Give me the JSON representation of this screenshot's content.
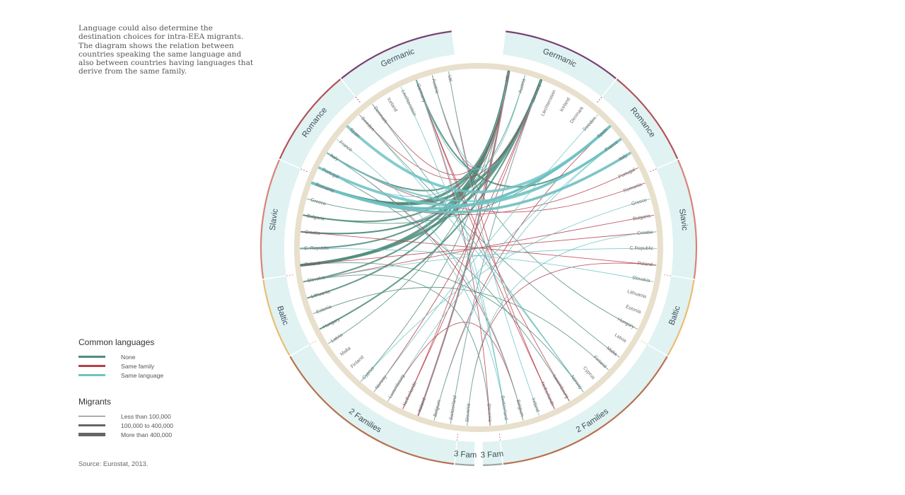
{
  "intro": "Language could also determine the destination choices for intra-EEA migrants. The diagram shows the relation between countries speaking the same language and also between countries having languages that derive from the same family.",
  "legend_languages": {
    "title": "Common languages",
    "items": [
      {
        "label": "None",
        "color": "#4d8c7b"
      },
      {
        "label": "Same family",
        "color": "#b5404c"
      },
      {
        "label": "Same language",
        "color": "#6fc3c4"
      }
    ]
  },
  "legend_migrants": {
    "title": "Migrants",
    "items": [
      {
        "label": "Less than 100,000",
        "weight": 1
      },
      {
        "label": "100,000 to 400,000",
        "weight": 2
      },
      {
        "label": "More than 400,000",
        "weight": 3
      }
    ]
  },
  "source": "Source: Eurostat, 2013.",
  "colors": {
    "ring": "#e8e0cc",
    "band_fill": "#e0f2f2",
    "none": "#4d8c7b",
    "same_family": "#b5404c",
    "same_language": "#6fc3c4"
  },
  "left_countries": [
    "UK",
    "Austria",
    "Germany",
    "Liechtenstein",
    "Iceland",
    "Denmark",
    "Sweden",
    "Spain",
    "France",
    "Italy",
    "Portugal",
    "Romania",
    "Greece",
    "Bulgaria",
    "Croatia",
    "C. Republic",
    "Poland",
    "Slovakia",
    "Lithuania",
    "Estonia",
    "Hungary",
    "Latvia",
    "Malta",
    "Finland",
    "Cyprus",
    "Norway",
    "Luxembourg",
    "Netherlands",
    "Ireland",
    "Belgium",
    "Switzerland",
    "Slovenia"
  ],
  "right_countries": [
    "UK",
    "Austria",
    "Germany",
    "Liechtenstein",
    "Iceland",
    "Denmark",
    "Sweden",
    "Spain",
    "France",
    "Italy",
    "Portugal",
    "Romania",
    "Greece",
    "Bulgaria",
    "Croatia",
    "C.Republic",
    "Poland",
    "Slovakia",
    "Lithuania",
    "Estonia",
    "Hungary",
    "Latvia",
    "Malta",
    "Finland",
    "Cyprus",
    "Norway",
    "Luxembourg",
    "Netherlands",
    "Ireland",
    "Belgium",
    "Switzerland",
    "Slovenia"
  ],
  "groups": [
    {
      "name": "Germanic",
      "color": "#7a3f73"
    },
    {
      "name": "Romance",
      "color": "#b5515a"
    },
    {
      "name": "Slavic",
      "color": "#d9837a"
    },
    {
      "name": "Baltic",
      "color": "#edbd6f"
    },
    {
      "name": "2 Families",
      "color": "#b8714f"
    },
    {
      "name": "3 Fam",
      "color": "#9aa3a6"
    }
  ],
  "group_sizes": [
    6,
    5,
    6,
    4,
    10,
    1
  ],
  "flows": [
    {
      "from": 16,
      "to": 0,
      "type": "none",
      "weight": 3
    },
    {
      "from": 11,
      "to": 0,
      "type": "none",
      "weight": 3
    },
    {
      "from": 11,
      "to": 2,
      "type": "none",
      "weight": 3
    },
    {
      "from": 16,
      "to": 2,
      "type": "none",
      "weight": 3
    },
    {
      "from": 13,
      "to": 0,
      "type": "none",
      "weight": 2
    },
    {
      "from": 14,
      "to": 2,
      "type": "none",
      "weight": 2
    },
    {
      "from": 17,
      "to": 0,
      "type": "none",
      "weight": 2
    },
    {
      "from": 18,
      "to": 0,
      "type": "none",
      "weight": 2
    },
    {
      "from": 15,
      "to": 0,
      "type": "none",
      "weight": 2
    },
    {
      "from": 20,
      "to": 2,
      "type": "none",
      "weight": 2
    },
    {
      "from": 9,
      "to": 0,
      "type": "none",
      "weight": 2
    },
    {
      "from": 2,
      "to": 8,
      "type": "none",
      "weight": 2
    },
    {
      "from": 16,
      "to": 25,
      "type": "none",
      "weight": 1
    },
    {
      "from": 19,
      "to": 23,
      "type": "none",
      "weight": 1
    },
    {
      "from": 12,
      "to": 2,
      "type": "none",
      "weight": 1
    },
    {
      "from": 21,
      "to": 0,
      "type": "none",
      "weight": 1
    },
    {
      "from": 10,
      "to": 26,
      "type": "none",
      "weight": 1
    },
    {
      "from": 13,
      "to": 7,
      "type": "none",
      "weight": 1
    },
    {
      "from": 6,
      "to": 22,
      "type": "none",
      "weight": 1
    },
    {
      "from": 1,
      "to": 20,
      "type": "none",
      "weight": 1
    },
    {
      "from": 5,
      "to": 25,
      "type": "none",
      "weight": 1
    },
    {
      "from": 24,
      "to": 0,
      "type": "none",
      "weight": 1
    },
    {
      "from": 14,
      "to": 1,
      "type": "none",
      "weight": 1
    },
    {
      "from": 17,
      "to": 31,
      "type": "none",
      "weight": 1
    },
    {
      "from": 28,
      "to": 0,
      "type": "none",
      "weight": 1
    },
    {
      "from": 11,
      "to": 7,
      "type": "none",
      "weight": 2
    },
    {
      "from": 11,
      "to": 9,
      "type": "same_family",
      "weight": 1
    },
    {
      "from": 10,
      "to": 0,
      "type": "same_language",
      "weight": 1
    },
    {
      "from": 11,
      "to": 9,
      "type": "same_language",
      "weight": 3
    },
    {
      "from": 11,
      "to": 7,
      "type": "same_language",
      "weight": 3
    },
    {
      "from": 10,
      "to": 8,
      "type": "same_language",
      "weight": 3
    },
    {
      "from": 7,
      "to": 7,
      "type": "same_language",
      "weight": 3
    },
    {
      "from": 9,
      "to": 8,
      "type": "same_language",
      "weight": 2
    },
    {
      "from": 1,
      "to": 2,
      "type": "same_language",
      "weight": 1
    },
    {
      "from": 24,
      "to": 12,
      "type": "same_language",
      "weight": 1
    },
    {
      "from": 29,
      "to": 8,
      "type": "same_language",
      "weight": 1
    },
    {
      "from": 30,
      "to": 2,
      "type": "same_language",
      "weight": 1
    },
    {
      "from": 26,
      "to": 8,
      "type": "same_language",
      "weight": 1
    },
    {
      "from": 28,
      "to": 0,
      "type": "same_language",
      "weight": 1
    },
    {
      "from": 6,
      "to": 25,
      "type": "same_language",
      "weight": 1
    },
    {
      "from": 5,
      "to": 25,
      "type": "same_language",
      "weight": 1
    },
    {
      "from": 17,
      "to": 15,
      "type": "same_language",
      "weight": 1
    },
    {
      "from": 15,
      "to": 17,
      "type": "same_language",
      "weight": 1
    },
    {
      "from": 25,
      "to": 6,
      "type": "same_language",
      "weight": 1
    },
    {
      "from": 31,
      "to": 14,
      "type": "same_language",
      "weight": 1
    },
    {
      "from": 2,
      "to": 1,
      "type": "same_language",
      "weight": 1
    },
    {
      "from": 3,
      "to": 30,
      "type": "same_language",
      "weight": 1
    },
    {
      "from": 2,
      "to": 30,
      "type": "same_language",
      "weight": 1
    },
    {
      "from": 0,
      "to": 28,
      "type": "same_language",
      "weight": 1
    },
    {
      "from": 8,
      "to": 29,
      "type": "same_language",
      "weight": 1
    },
    {
      "from": 9,
      "to": 30,
      "type": "same_language",
      "weight": 1
    },
    {
      "from": 28,
      "to": 0,
      "type": "same_family",
      "weight": 2
    },
    {
      "from": 29,
      "to": 7,
      "type": "same_family",
      "weight": 1
    },
    {
      "from": 2,
      "to": 27,
      "type": "same_family",
      "weight": 1
    },
    {
      "from": 27,
      "to": 2,
      "type": "same_family",
      "weight": 1
    },
    {
      "from": 5,
      "to": 0,
      "type": "same_family",
      "weight": 1
    },
    {
      "from": 1,
      "to": 0,
      "type": "same_family",
      "weight": 1
    },
    {
      "from": 6,
      "to": 2,
      "type": "same_family",
      "weight": 1
    },
    {
      "from": 25,
      "to": 2,
      "type": "same_family",
      "weight": 1
    },
    {
      "from": 9,
      "to": 11,
      "type": "same_family",
      "weight": 1
    },
    {
      "from": 11,
      "to": 10,
      "type": "same_family",
      "weight": 1
    },
    {
      "from": 9,
      "to": 29,
      "type": "same_family",
      "weight": 1
    },
    {
      "from": 16,
      "to": 14,
      "type": "same_family",
      "weight": 1
    },
    {
      "from": 14,
      "to": 16,
      "type": "same_family",
      "weight": 1
    },
    {
      "from": 17,
      "to": 13,
      "type": "same_family",
      "weight": 1
    },
    {
      "from": 30,
      "to": 2,
      "type": "same_family",
      "weight": 1
    },
    {
      "from": 26,
      "to": 29,
      "type": "same_family",
      "weight": 1
    },
    {
      "from": 31,
      "to": 16,
      "type": "same_family",
      "weight": 1
    },
    {
      "from": 2,
      "to": 26,
      "type": "same_family",
      "weight": 1
    },
    {
      "from": 0,
      "to": 27,
      "type": "same_family",
      "weight": 1
    },
    {
      "from": 27,
      "to": 0,
      "type": "same_family",
      "weight": 1
    },
    {
      "from": 2,
      "to": 31,
      "type": "same_family",
      "weight": 1
    }
  ]
}
